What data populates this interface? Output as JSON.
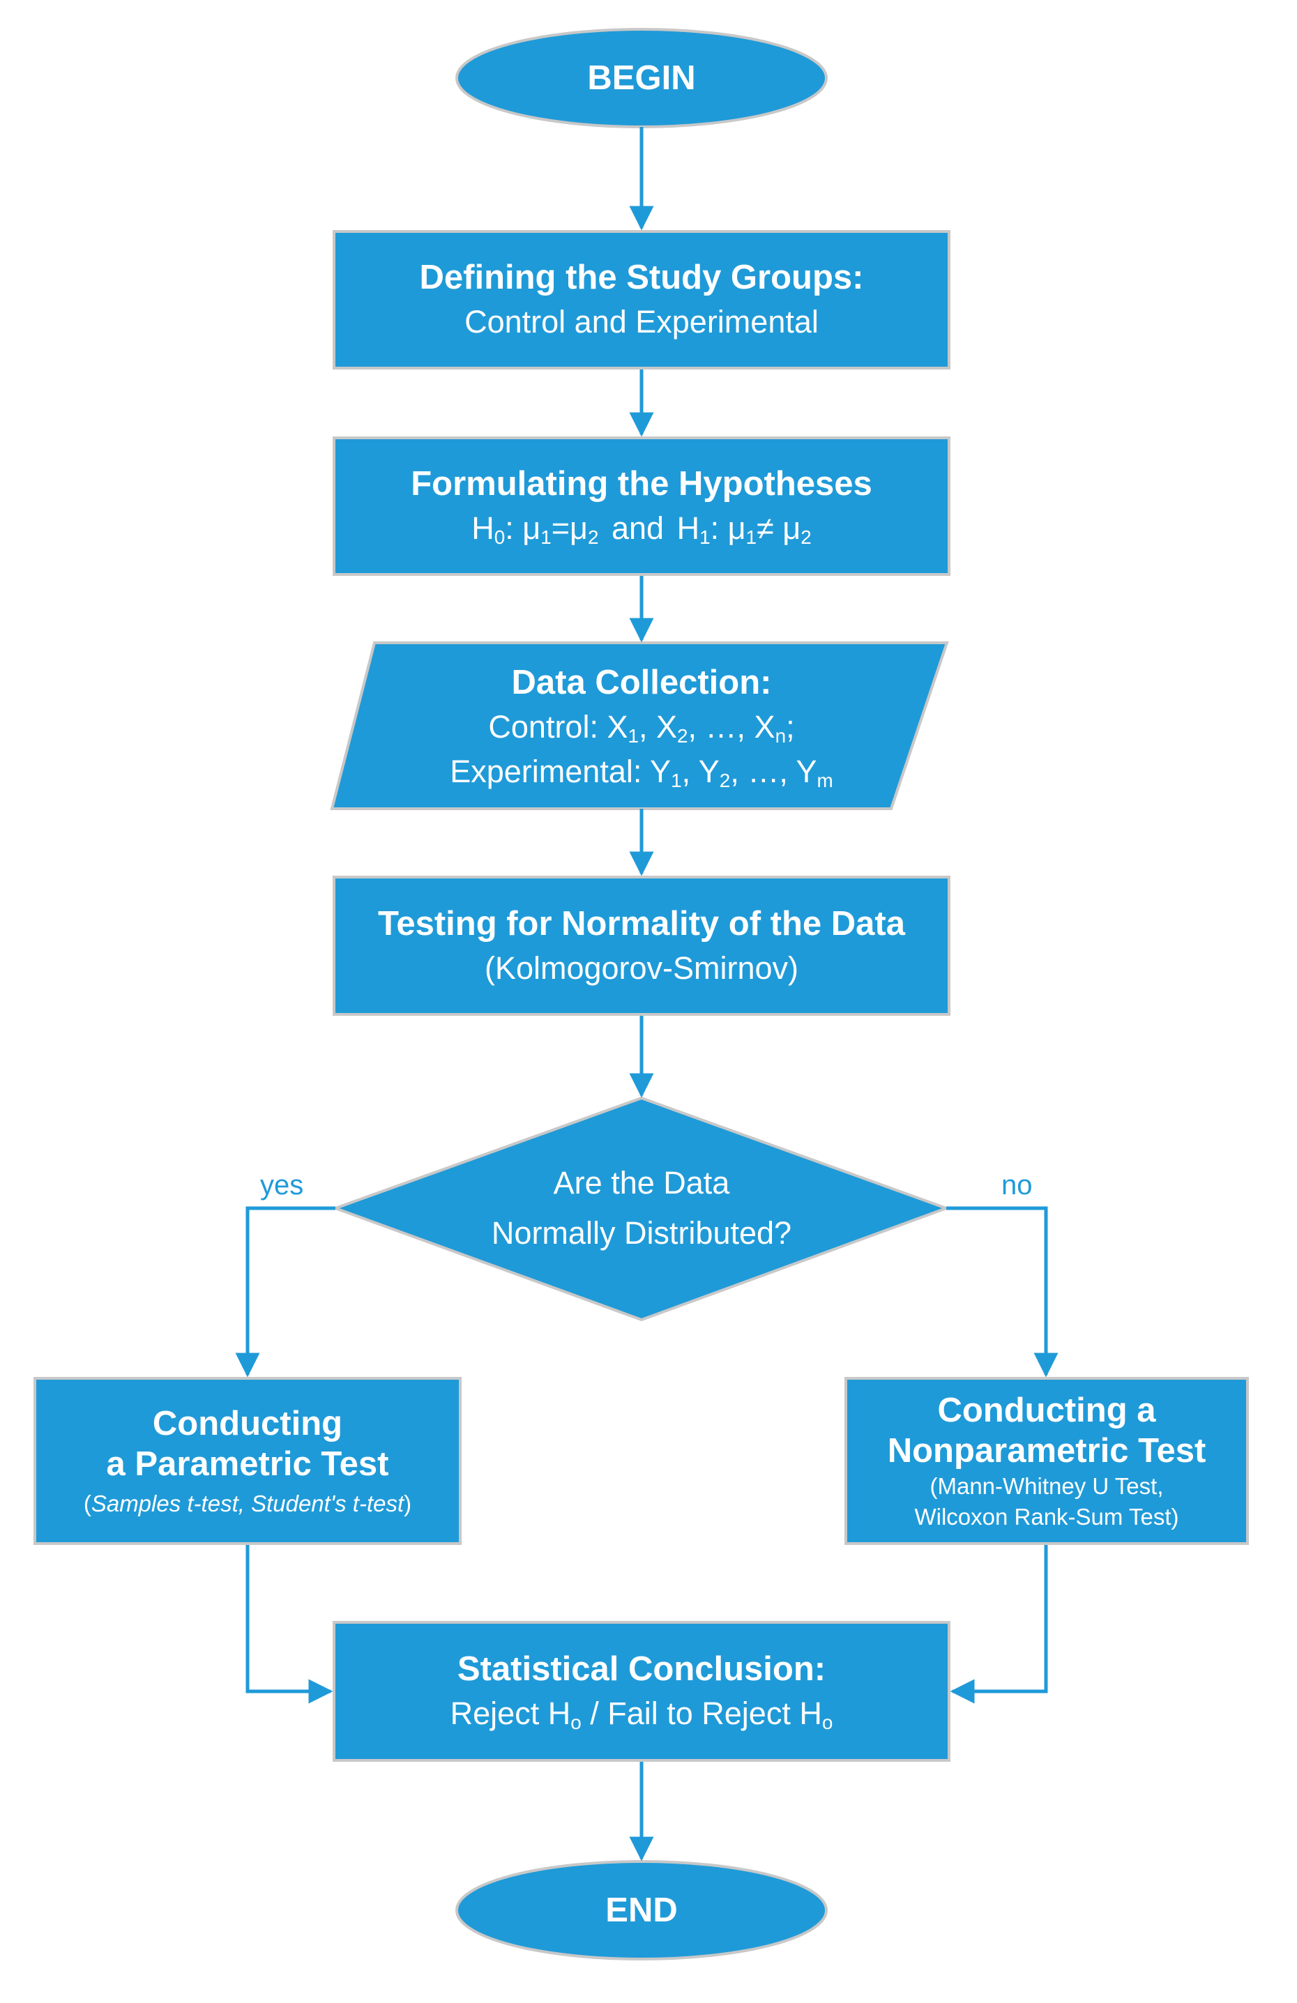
{
  "begin": "BEGIN",
  "end": "END",
  "groups": {
    "title": "Defining the Study Groups:",
    "subtitle": "Control and Experimental"
  },
  "hypotheses": {
    "title": "Formulating the Hypotheses",
    "h0_label": "H",
    "h0_sub": "0",
    "h0_sep": ": μ",
    "h0_mu1_sub": "1",
    "h0_eq": "=μ",
    "h0_mu2_sub": "2",
    "and": " and ",
    "h1_label": "H",
    "h1_sub": "1",
    "h1_sep": ": μ",
    "h1_mu1_sub": "1",
    "h1_neq": "≠ μ",
    "h1_mu2_sub": "2"
  },
  "data_collection": {
    "title": "Data Collection:",
    "control_label": "Control: X",
    "c_sub1": "1",
    "c_sep1": ", X",
    "c_sub2": "2",
    "c_sep2": ", …, X",
    "c_subn": "n",
    "c_end": ";",
    "experimental_label": "Experimental: Y",
    "e_sub1": "1",
    "e_sep1": ", Y",
    "e_sub2": "2",
    "e_sep2": ", …, Y",
    "e_subm": "m"
  },
  "normality": {
    "title": "Testing for Normality of the Data",
    "subtitle": "(Kolmogorov-Smirnov)"
  },
  "decision": {
    "line1": "Are the Data",
    "line2": "Normally Distributed?",
    "yes": "yes",
    "no": "no"
  },
  "parametric": {
    "title_line1": "Conducting",
    "title_line2": "a Parametric Test",
    "note_open": "(",
    "note_italic": "Samples t-test, Student's t-test",
    "note_close": ")"
  },
  "nonparametric": {
    "title_line1": "Conducting a",
    "title_line2": "Nonparametric Test",
    "note_line1": "(Mann-Whitney U Test,",
    "note_line2": "Wilcoxon Rank-Sum Test)"
  },
  "conclusion": {
    "title": "Statistical Conclusion:",
    "reject": "Reject H",
    "reject_sub": "o",
    "sep": " / Fail to Reject H",
    "fail_sub": "o"
  },
  "colors": {
    "fill": "#1f9ad8",
    "border": "#c8c8c8",
    "text": "#ffffff",
    "label": "#1f9ad8"
  }
}
